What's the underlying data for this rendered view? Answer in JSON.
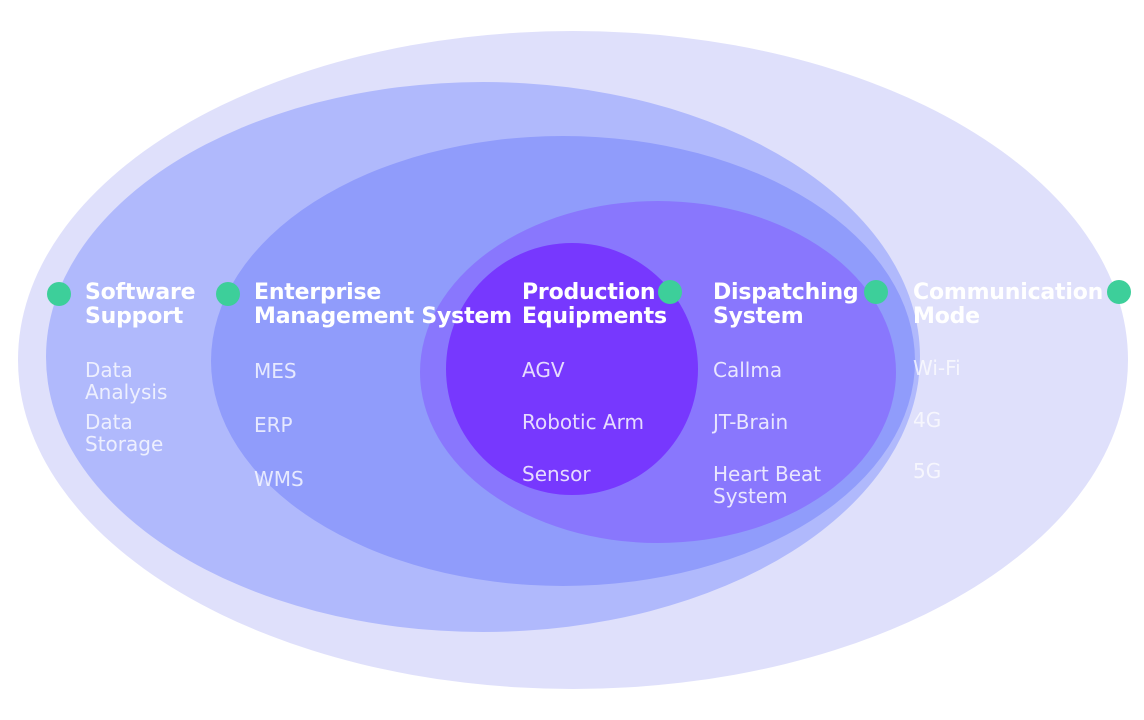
{
  "colors": {
    "layer_1": "#dfe0fb",
    "layer_2": "#b0b9fc",
    "layer_3": "#909cfb",
    "layer_4": "#8977fd",
    "layer_5": "#7738fe",
    "dot": "#3dcf9a",
    "text": "#ffffff"
  },
  "groups": [
    {
      "title": "Software\nSupport",
      "items": [
        "Data Analysis",
        "Data Storage"
      ]
    },
    {
      "title": "Enterprise\nManagement System",
      "items": [
        "MES",
        "ERP",
        "WMS"
      ]
    },
    {
      "title": "Production\nEquipments",
      "items": [
        "AGV",
        "Robotic Arm",
        "Sensor"
      ]
    },
    {
      "title": "Dispatching\nSystem",
      "items": [
        "Callma",
        "JT-Brain",
        "Heart Beat\nSystem"
      ]
    },
    {
      "title": "Communication\nMode",
      "items": [
        "Wi-Fi",
        "4G",
        "5G"
      ]
    }
  ]
}
